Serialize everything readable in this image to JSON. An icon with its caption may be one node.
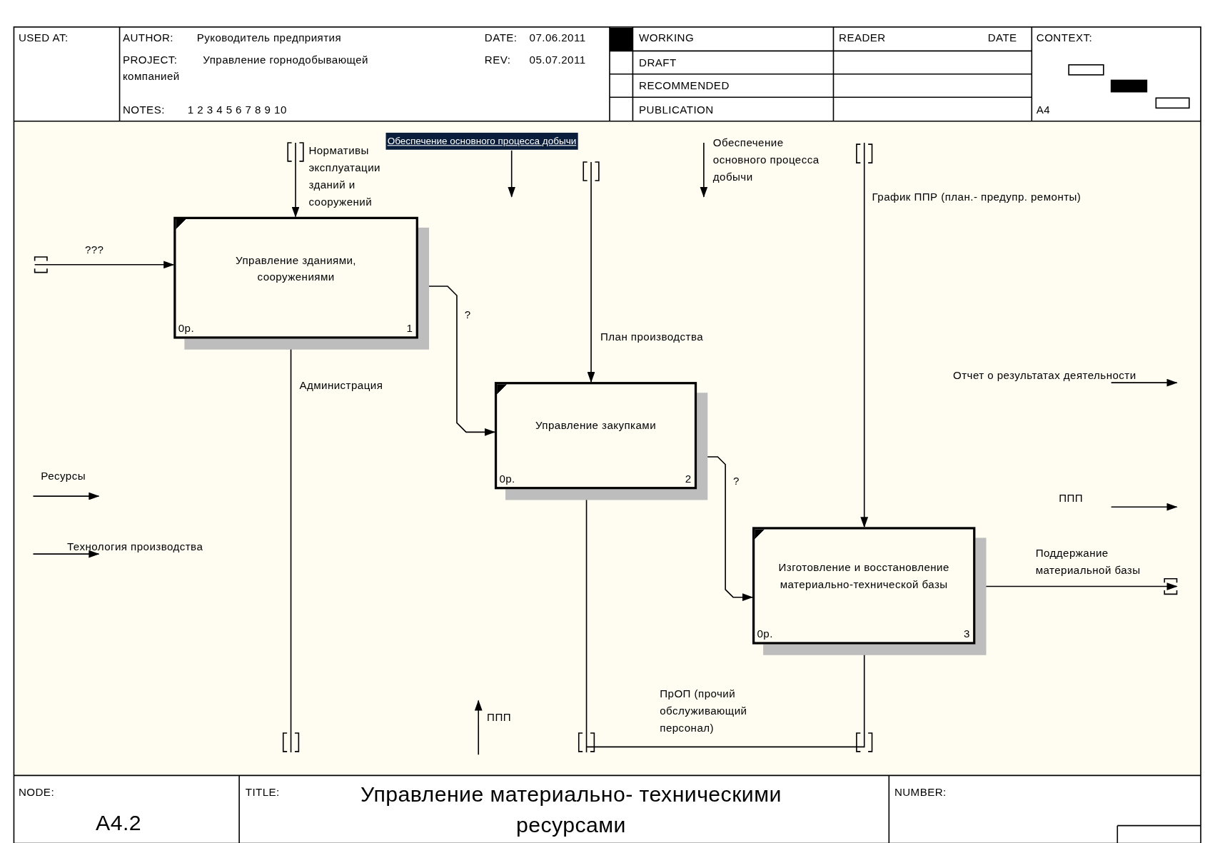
{
  "diagram": {
    "title": "Управление материально- техническими ресурсами",
    "nodes": [
      {
        "text": [
          "Управление зданиями, сооружениями",
          "0р.",
          "1"
        ]
      },
      {
        "text": [
          "Управление закупками",
          "0р.",
          "2"
        ]
      },
      {
        "text": [
          "Изготовление и восстановление материально-технической базы",
          "0р.",
          "3"
        ]
      }
    ],
    "edges": [
      {
        "from": null,
        "to": 0,
        "arrow": "to",
        "label": "???"
      },
      {
        "from": null,
        "to": 0,
        "arrow": "to",
        "label": "Нормативы эксплуатации зданий и сооружений"
      },
      {
        "from": null,
        "to": 0,
        "arrow": "to",
        "label": "Администрация"
      },
      {
        "from": 0,
        "to": 1,
        "arrow": "to",
        "label": "?"
      },
      {
        "from": null,
        "to": 1,
        "arrow": "to",
        "label": "План производства"
      },
      {
        "from": null,
        "to": 1,
        "arrow": "to"
      },
      {
        "from": null,
        "to": 2,
        "arrow": "to",
        "label": "ПрОП (прочий обслуживающий персонал)"
      },
      {
        "from": 1,
        "to": 2,
        "arrow": "to",
        "label": "?"
      },
      {
        "from": null,
        "to": 2,
        "arrow": "to",
        "label": "График ППР (план.- предупр. ремонты)"
      },
      {
        "from": 2,
        "to": null,
        "arrow": "to",
        "label": "Поддержание материальной базы"
      }
    ],
    "labels": [
      "USED AT:",
      "AUTHOR:",
      "Руководитель предприятия",
      "DATE:",
      "07.06.2011",
      "WORKING",
      "READER",
      "DATE",
      "CONTEXT:",
      "PROJECT:",
      "Управление горнодобывающей компанией",
      "REV:",
      "05.07.2011",
      "DRAFT",
      "RECOMMENDED",
      "NOTES:",
      "1 2 3 4 5 6 7 8 9 10",
      "PUBLICATION",
      "A4",
      "Обеспечение основного процесса добычи",
      "Обеспечение основного процесса добычи",
      "Отчет о результатах деятельности",
      "ППП",
      "Ресурсы",
      "Технология производства",
      "ППП",
      "NODE:",
      "A4.2",
      "TITLE:",
      "NUMBER:"
    ]
  }
}
